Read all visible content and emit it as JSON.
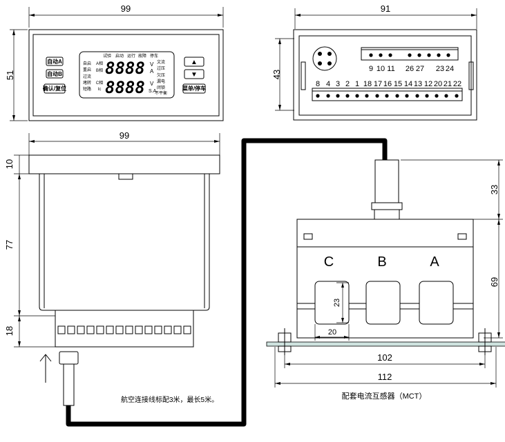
{
  "front_view": {
    "width_label": "99",
    "height_label": "51",
    "buttons_left": [
      "自动A",
      "自动B",
      "确认/复位"
    ],
    "buttons_right": [
      "▲",
      "▼",
      "菜单/停车"
    ],
    "status_labels": [
      "试验",
      "启动",
      "运行",
      "故障",
      "停车"
    ],
    "left_labels": [
      "自启",
      "重启",
      "过流",
      "堵转",
      "短路"
    ],
    "row_labels": [
      "A相",
      "B相",
      "C相",
      "Ic"
    ],
    "right_labels": [
      "文流",
      "过压",
      "欠压",
      "漏电",
      "闭锁",
      "不平衡"
    ],
    "unit_labels": [
      "V",
      "A",
      "V",
      "S.A"
    ],
    "digits": [
      "8888",
      "8888"
    ]
  },
  "rear_view": {
    "width_label": "91",
    "height_label": "43",
    "top_terminal_numbers": [
      "9",
      "10",
      "11",
      "26",
      "27",
      "23",
      "24"
    ],
    "bottom_terminal_numbers": [
      "8",
      "4",
      "3",
      "2",
      "1",
      "18",
      "17",
      "16",
      "15",
      "14",
      "13",
      "12",
      "20",
      "21",
      "22"
    ]
  },
  "side_view": {
    "width_label": "99",
    "dim_top": "10",
    "dim_body": "77",
    "dim_bottom": "18",
    "cable_note": "航空连接线标配3米，最长5米。"
  },
  "mct_view": {
    "dim_connector": "33",
    "dim_body": "69",
    "phase_labels": [
      "C",
      "B",
      "A"
    ],
    "window_height": "23",
    "window_width": "20",
    "dim_mount": "102",
    "dim_total": "112",
    "caption": "配套电流互感器（MCT）"
  }
}
